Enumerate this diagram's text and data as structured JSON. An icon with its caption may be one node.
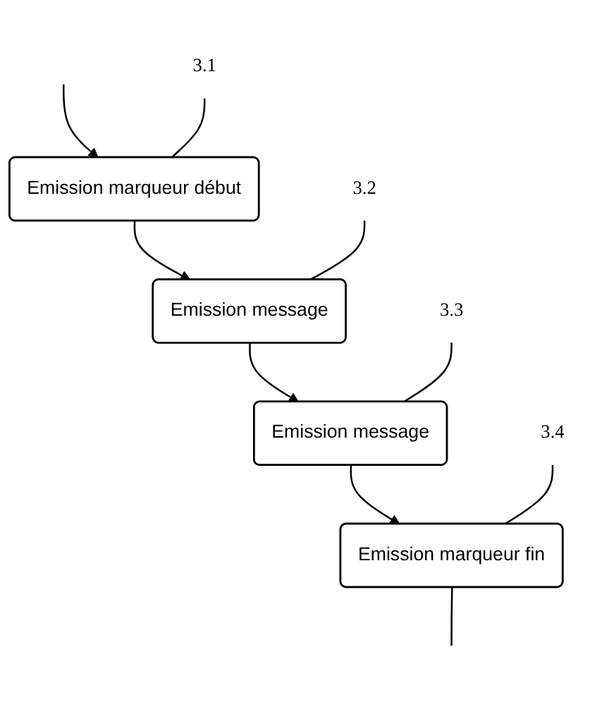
{
  "diagram": {
    "nodes": [
      {
        "text": [
          "3.1"
        ]
      },
      {
        "text": [
          "Emission marqueur début"
        ]
      },
      {
        "text": [
          "3.2"
        ]
      },
      {
        "text": [
          "Emission message"
        ]
      },
      {
        "text": [
          "3.3"
        ]
      },
      {
        "text": [
          "Emission message"
        ]
      },
      {
        "text": [
          "3.4"
        ]
      },
      {
        "text": [
          "Emission marqueur fin"
        ]
      }
    ],
    "edges": [
      {
        "from": null,
        "to": 1,
        "arrow": "to"
      },
      {
        "from": 1,
        "to": 3,
        "arrow": "to"
      },
      {
        "from": 3,
        "to": 5,
        "arrow": "to"
      },
      {
        "from": 5,
        "to": 7,
        "arrow": "to"
      },
      {
        "from": 7,
        "to": null,
        "arrow": "none"
      },
      {
        "from": 0,
        "to": 1,
        "arrow": "none"
      },
      {
        "from": 2,
        "to": 3,
        "arrow": "none"
      },
      {
        "from": 4,
        "to": 5,
        "arrow": "none"
      },
      {
        "from": 6,
        "to": 7,
        "arrow": "none"
      }
    ]
  }
}
